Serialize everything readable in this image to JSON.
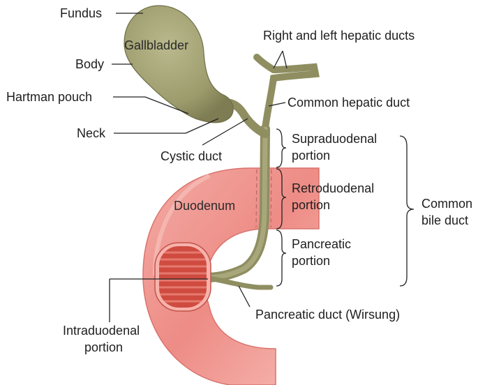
{
  "colors": {
    "bile_green": "#9c9b6c",
    "bile_green_dark": "#6f6e47",
    "duodenum_pink": "#ee8c86",
    "duodenum_light": "#f9c6c0",
    "ampulla_red": "#cf4b40",
    "line": "#222222"
  },
  "icons": [
    "gallbladder-shape",
    "duodenum-shape",
    "bile-duct-shape",
    "ampulla-shape"
  ],
  "labels": {
    "fundus": "Fundus",
    "gallbladder": "Gallbladder",
    "body": "Body",
    "hartman_pouch": "Hartman pouch",
    "neck": "Neck",
    "cystic_duct": "Cystic duct",
    "right_left_hepatic": "Right and left hepatic ducts",
    "common_hepatic": "Common hepatic duct",
    "supraduodenal_1": "Supraduodenal",
    "supraduodenal_2": "portion",
    "retroduodenal_1": "Retroduodenal",
    "retroduodenal_2": "portion",
    "pancreatic_1": "Pancreatic",
    "pancreatic_2": "portion",
    "common_bile_1": "Common",
    "common_bile_2": "bile duct",
    "duodenum": "Duodenum",
    "pancreatic_duct": "Pancreatic duct (Wirsung)",
    "intraduodenal_1": "Intraduodenal",
    "intraduodenal_2": "portion"
  }
}
